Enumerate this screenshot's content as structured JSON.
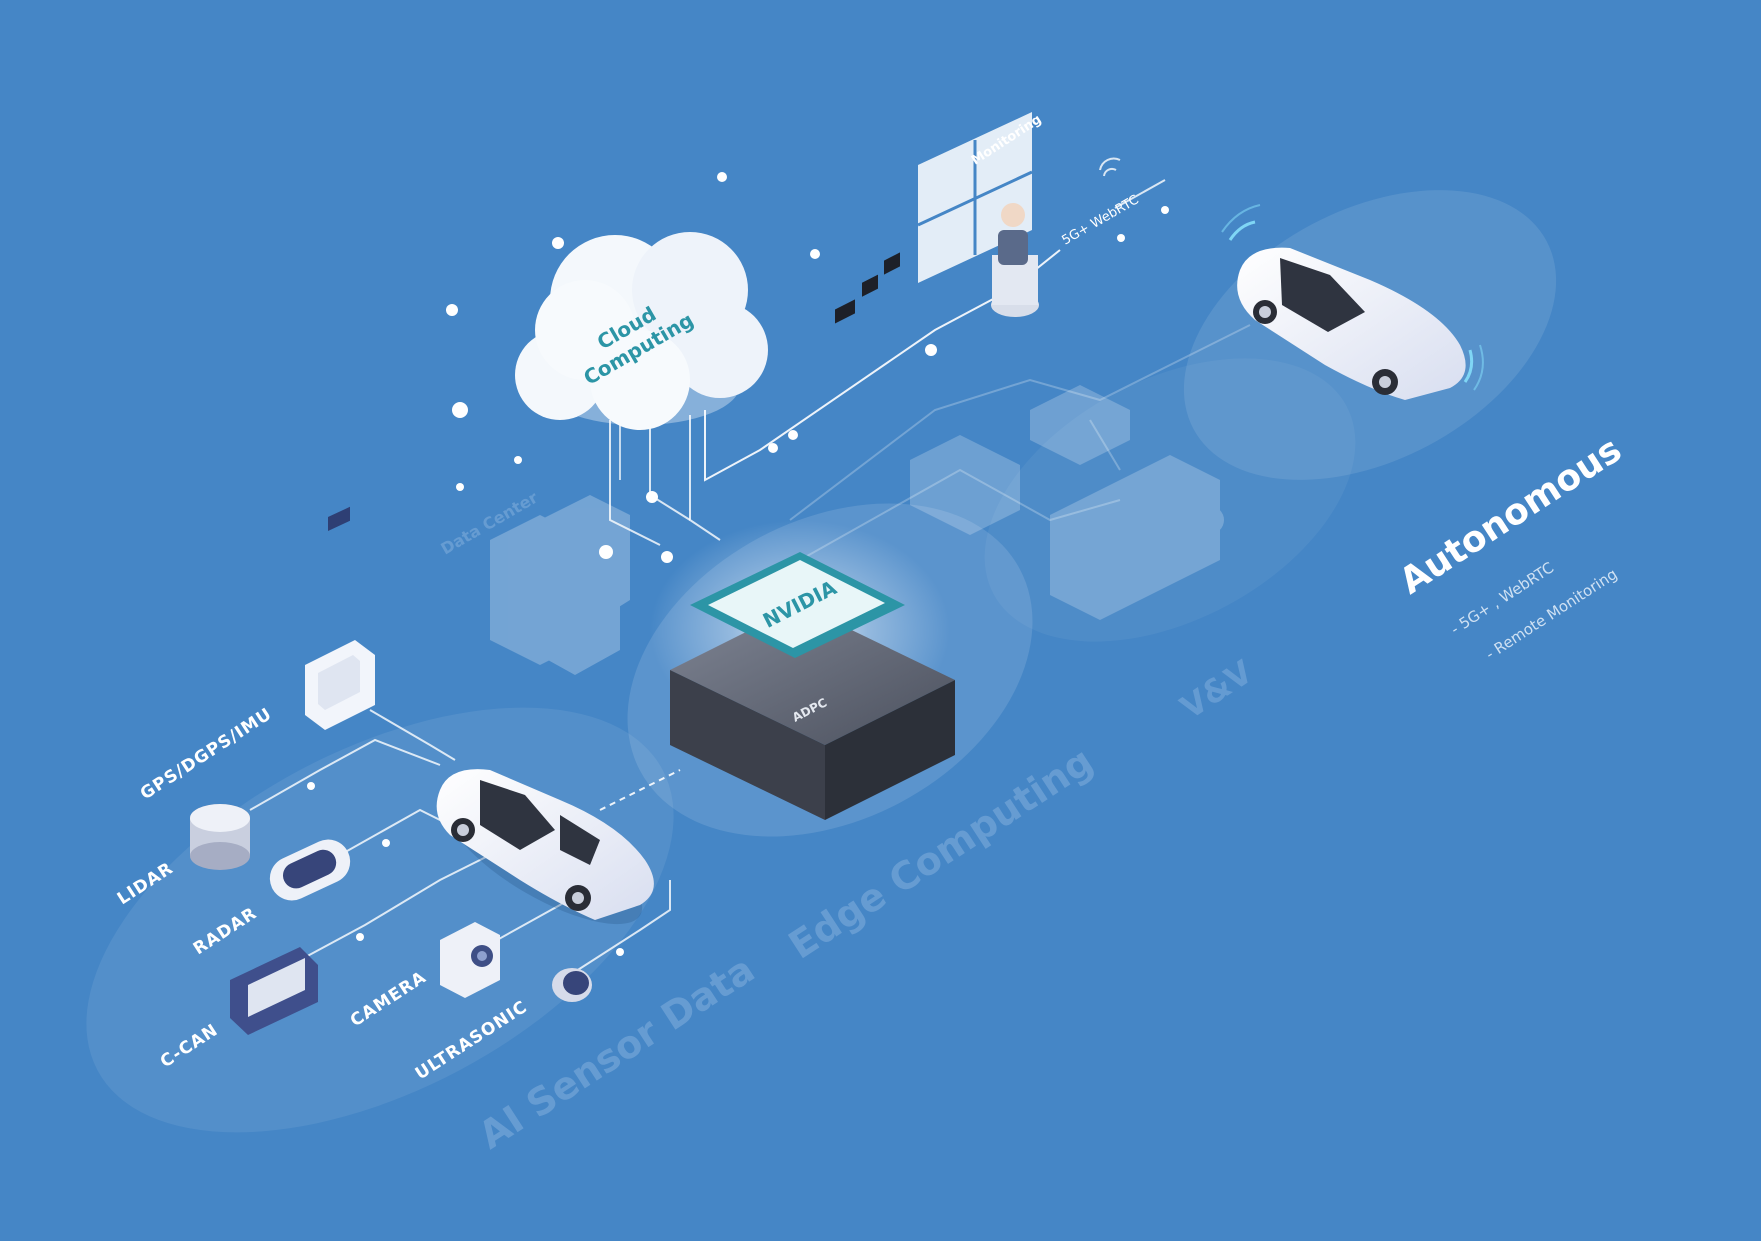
{
  "cloud": {
    "title_line1": "Cloud",
    "title_line2": "Computing"
  },
  "monitoring": {
    "label": "Monitoring"
  },
  "network": {
    "label": "5G+ WebRTC"
  },
  "data_center": {
    "label": "Data Center"
  },
  "device": {
    "chip_label": "NVIDIA",
    "brand_label": "ADPC"
  },
  "sensors": {
    "gps": "GPS/DGPS/IMU",
    "lidar": "LIDAR",
    "radar": "RADAR",
    "ccan": "C-CAN",
    "camera": "CAMERA",
    "ultrasonic": "ULTRASONIC"
  },
  "stages": {
    "ai_sensor_data": "AI Sensor Data",
    "edge_computing": "Edge Computing",
    "vv": "V&V",
    "autonomous": "Autonomous"
  },
  "autonomous_details": [
    "- 5G+ , WebRTC",
    "- Remote Monitoring"
  ],
  "colors": {
    "background": "#4586c6",
    "accent_teal": "#2c95a6",
    "faint_text": "#6fa2d6"
  }
}
